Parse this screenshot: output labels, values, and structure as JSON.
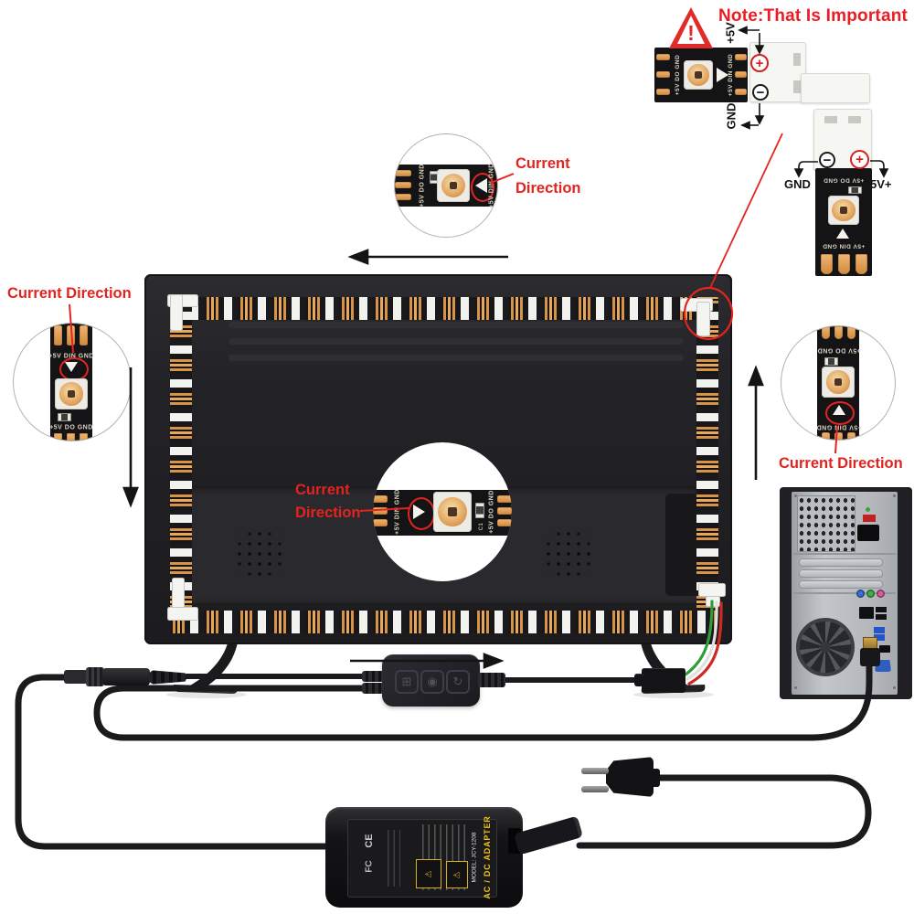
{
  "note": {
    "title": "Note:That Is Important",
    "warning_mark": "!",
    "symbols": {
      "plus": "+",
      "minus": "−"
    },
    "top_connector": {
      "label_5v": "+5V",
      "label_gnd": "GND"
    },
    "bottom_connector": {
      "label_gnd": "GND",
      "label_5v": "5V+"
    }
  },
  "annotations": {
    "current_direction": "Current Direction",
    "current": "Current",
    "direction": "Direction"
  },
  "strip": {
    "pcb_text_do": "+5V DO GND",
    "pcb_text_din": "+5V DIN GND",
    "component_marking": "C1"
  },
  "adapter": {
    "title": "AC / DC ADAPTER",
    "model": "MODEL: JCY-1208",
    "cert_ce": "CE",
    "cert_fcc": "FC",
    "caution_icon": "⚠"
  },
  "controller": {
    "button_icons": [
      "⊞",
      "◉",
      "↻"
    ]
  },
  "colors": {
    "annotation_red": "#e3231e",
    "title_red": "#ed1c24",
    "pad_gold": "#d79347",
    "pcb_black": "#141417",
    "wire_green": "#2e9d3a",
    "wire_red": "#cd2a25",
    "wire_white": "#ececec",
    "adapter_accent": "#f0c419"
  }
}
